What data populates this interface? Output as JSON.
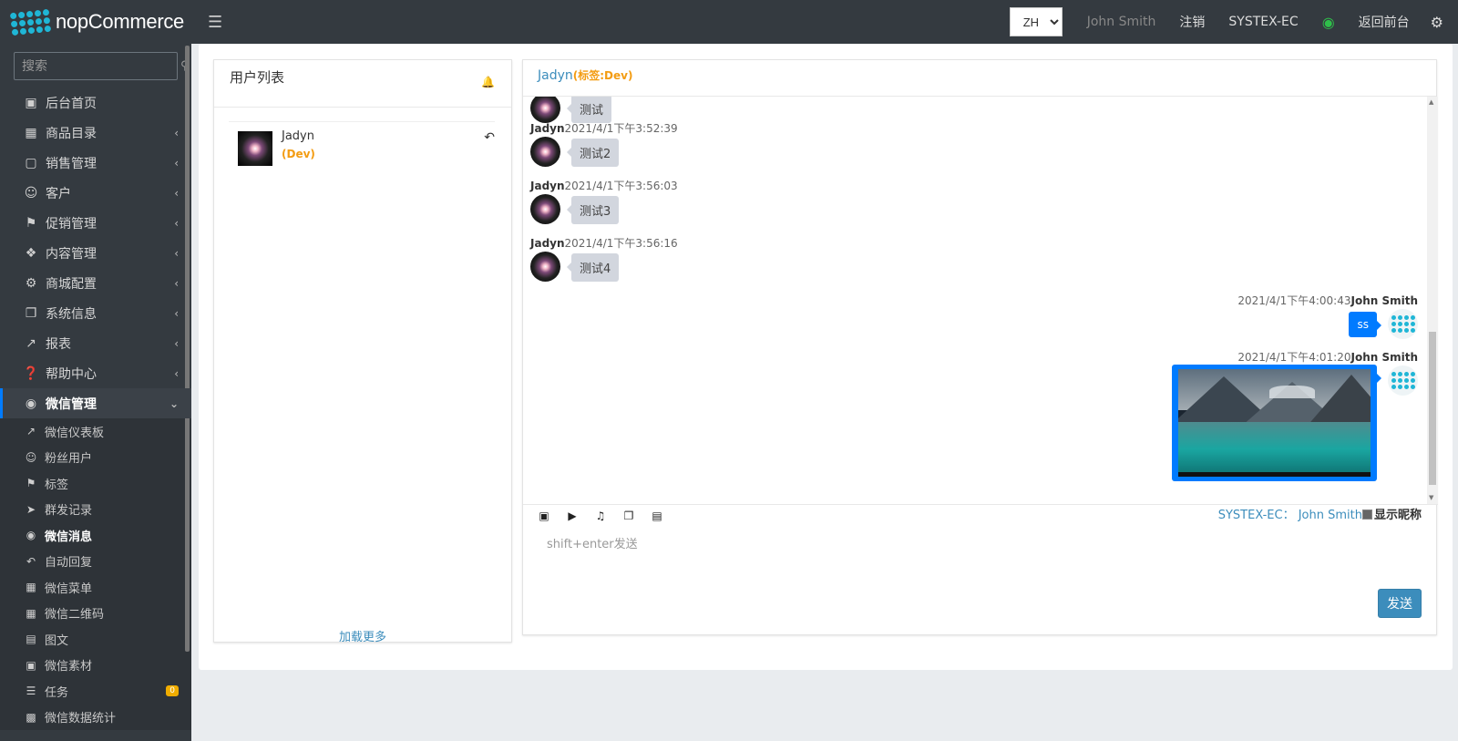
{
  "brand": {
    "name": "nopCommerce"
  },
  "topbar": {
    "menu_icon": "hamburger-icon",
    "lang": "ZH",
    "user": "John Smith",
    "logout": "注销",
    "store": "SYSTEX-EC",
    "wechat_icon": "wechat-icon",
    "front": "返回前台",
    "settings_icon": "gears-icon",
    "wechat_color": "#2fbf4a"
  },
  "sidebar": {
    "search_placeholder": "搜索",
    "items": [
      {
        "label": "后台首页",
        "icon": "desktop-icon"
      },
      {
        "label": "商品目录",
        "icon": "book-icon"
      },
      {
        "label": "销售管理",
        "icon": "cart-icon"
      },
      {
        "label": "客户",
        "icon": "user-icon"
      },
      {
        "label": "促销管理",
        "icon": "tags-icon"
      },
      {
        "label": "内容管理",
        "icon": "cubes-icon"
      },
      {
        "label": "商城配置",
        "icon": "gears-icon"
      },
      {
        "label": "系统信息",
        "icon": "cube-icon"
      },
      {
        "label": "报表",
        "icon": "line-chart-icon"
      },
      {
        "label": "帮助中心",
        "icon": "question-circle-icon"
      },
      {
        "label": "微信管理",
        "icon": "wechat-icon"
      }
    ],
    "sub_items": [
      {
        "label": "微信仪表板",
        "icon": "area-chart-icon"
      },
      {
        "label": "粉丝用户",
        "icon": "users-icon"
      },
      {
        "label": "标签",
        "icon": "tags-icon"
      },
      {
        "label": "群发记录",
        "icon": "paper-plane-icon"
      },
      {
        "label": "微信消息",
        "icon": "wechat-icon"
      },
      {
        "label": "自动回复",
        "icon": "reply-icon"
      },
      {
        "label": "微信菜单",
        "icon": "th-icon"
      },
      {
        "label": "微信二维码",
        "icon": "qrcode-icon"
      },
      {
        "label": "图文",
        "icon": "newspaper-icon"
      },
      {
        "label": "微信素材",
        "icon": "images-icon"
      },
      {
        "label": "任务",
        "icon": "list-icon",
        "badge": "0"
      },
      {
        "label": "微信数据统计",
        "icon": "bar-chart-icon"
      }
    ]
  },
  "user_list": {
    "title": "用户列表",
    "bell_icon": "bell-icon",
    "user": {
      "name": "Jadyn",
      "tag": "(Dev)"
    },
    "load_more": "加载更多"
  },
  "chat": {
    "header_name": "Jadyn",
    "header_tag": "(标签:Dev)",
    "partial_text": "测试",
    "incoming": [
      {
        "name": "Jadyn",
        "time": "2021/4/1下午3:52:39",
        "text": "测试2"
      },
      {
        "name": "Jadyn",
        "time": "2021/4/1下午3:56:03",
        "text": "测试3"
      },
      {
        "name": "Jadyn",
        "time": "2021/4/1下午3:56:16",
        "text": "测试4"
      }
    ],
    "outgoing": [
      {
        "name": "John Smith",
        "time": "2021/4/1下午4:00:43",
        "text": "ss"
      },
      {
        "name": "John Smith",
        "time": "2021/4/1下午4:01:20",
        "image": "landscape-lake-image"
      }
    ],
    "toolbar_icons": [
      "image-icon",
      "video-icon",
      "music-icon",
      "images-icon",
      "news-icon"
    ],
    "sender_store": "SYSTEX-EC",
    "sender_user": "John Smith",
    "show_nickname": "显示昵称",
    "compose_placeholder": "shift+enter发送",
    "send_label": "发送",
    "accent": "#3c8dbc",
    "bubble_out_color": "#007bff",
    "tag_color": "#f39c12"
  }
}
